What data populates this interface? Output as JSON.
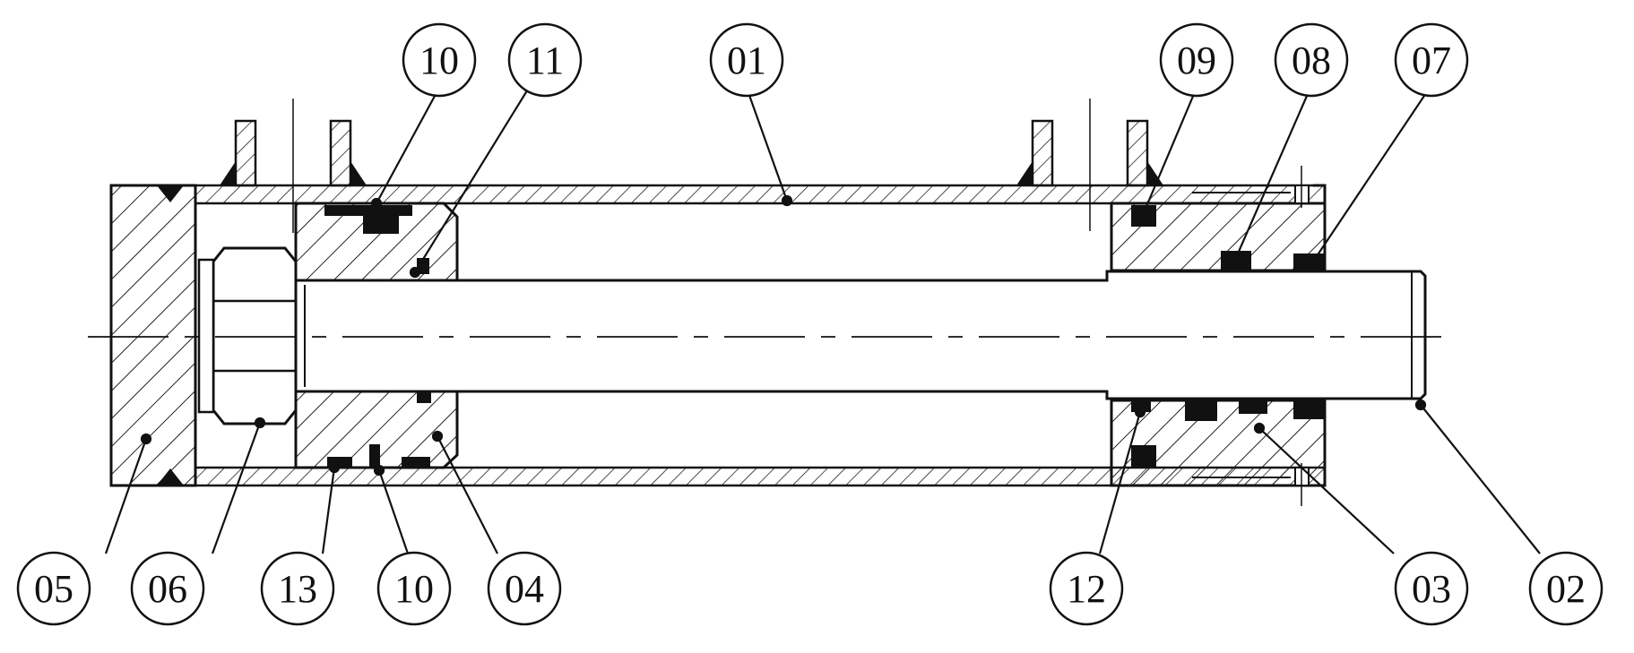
{
  "drawing": {
    "colors": {
      "line": "#111111",
      "hatch": "#222222",
      "seal": "#111111",
      "background": "#ffffff"
    }
  },
  "balloons": [
    {
      "id": "top-10",
      "label": "10"
    },
    {
      "id": "top-11",
      "label": "11"
    },
    {
      "id": "top-01",
      "label": "01"
    },
    {
      "id": "top-09",
      "label": "09"
    },
    {
      "id": "top-08",
      "label": "08"
    },
    {
      "id": "top-07",
      "label": "07"
    },
    {
      "id": "bot-05",
      "label": "05"
    },
    {
      "id": "bot-06",
      "label": "06"
    },
    {
      "id": "bot-13",
      "label": "13"
    },
    {
      "id": "bot-10",
      "label": "10"
    },
    {
      "id": "bot-04",
      "label": "04"
    },
    {
      "id": "bot-12",
      "label": "12"
    },
    {
      "id": "bot-03",
      "label": "03"
    },
    {
      "id": "bot-02",
      "label": "02"
    }
  ]
}
